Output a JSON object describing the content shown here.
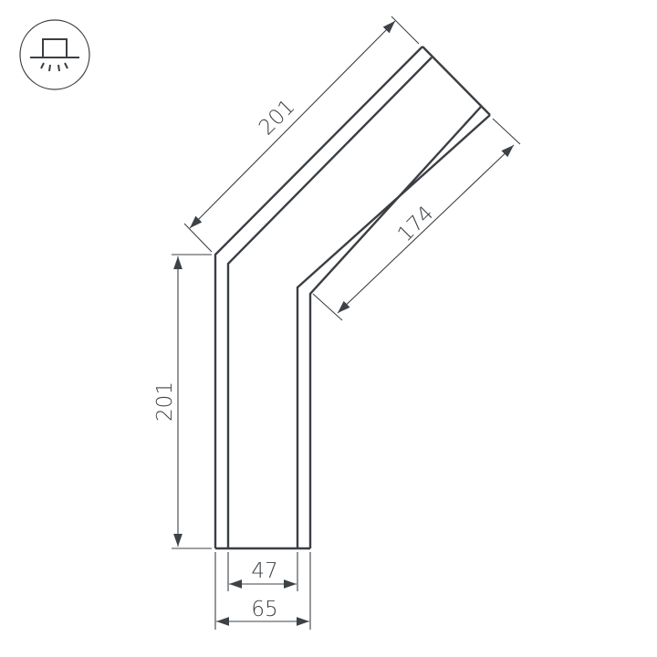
{
  "drawing": {
    "type": "technical-dimension-drawing",
    "subject": "angled profile connector (elbow)",
    "icon": {
      "name": "recessed-ceiling-light-icon",
      "description": "Circle containing a luminaire box on a ceiling line with light rays below"
    },
    "dimensions": {
      "top_leg_length": "201",
      "vertical_leg_length": "201",
      "inner_leg_length": "174",
      "inner_width": "47",
      "outer_width": "65"
    },
    "colors": {
      "outline": "#3a3f44",
      "dimension_line": "#3d4247",
      "text": "#3d4247",
      "background": "#ffffff"
    }
  }
}
